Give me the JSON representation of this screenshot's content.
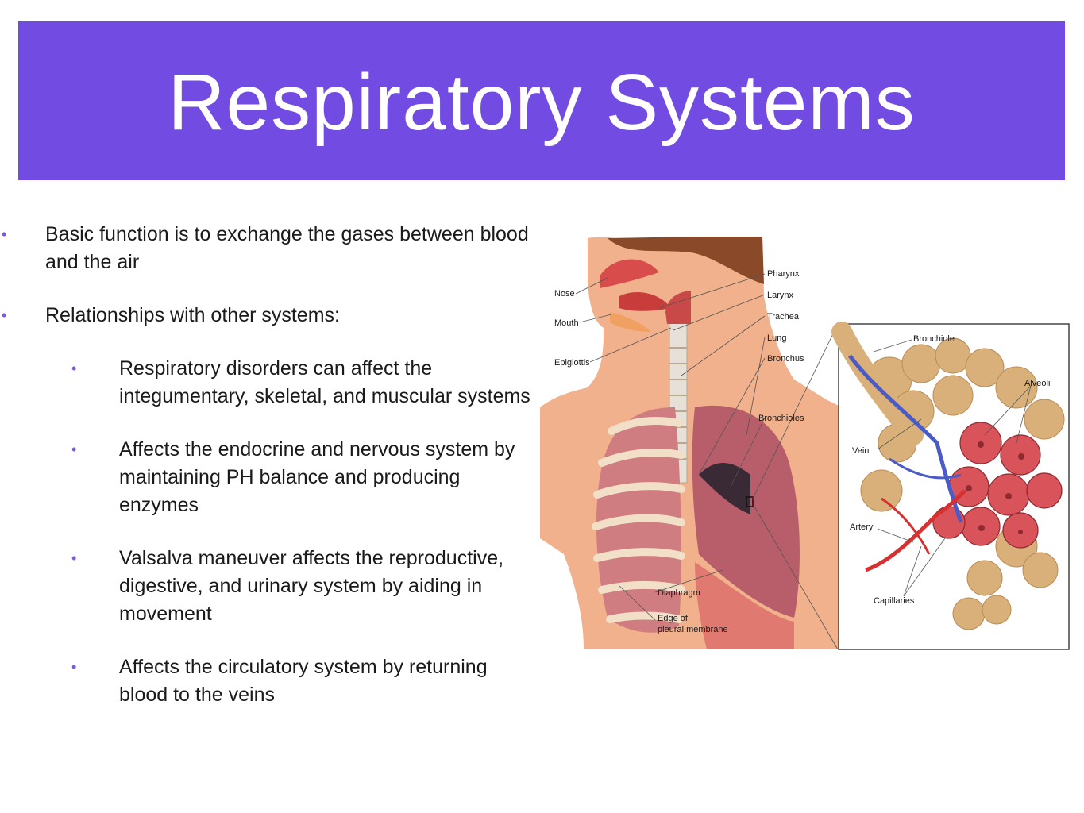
{
  "slide": {
    "title": "Respiratory Systems",
    "accent_color": "#714be2",
    "bullets": [
      {
        "level": 1,
        "text": "Basic function is to exchange the gases between blood and the air"
      },
      {
        "level": 1,
        "text": "Relationships with other systems:"
      },
      {
        "level": 2,
        "text": "Respiratory disorders can affect the integumentary, skeletal, and muscular systems"
      },
      {
        "level": 2,
        "text": "Affects the endocrine and nervous system by maintaining PH balance and producing enzymes"
      },
      {
        "level": 2,
        "text": "Valsalva maneuver affects the reproductive, digestive, and urinary system by aiding in movement"
      },
      {
        "level": 2,
        "text": "Affects the circulatory system by returning blood to the veins"
      }
    ]
  },
  "figure": {
    "labels": {
      "nose": "Nose",
      "mouth": "Mouth",
      "epiglottis": "Epiglottis",
      "pharynx": "Pharynx",
      "larynx": "Larynx",
      "trachea": "Trachea",
      "lung": "Lung",
      "bronchus": "Bronchus",
      "bronchioles": "Bronchioles",
      "diaphragm": "Diaphragm",
      "edge1": "Edge of",
      "edge2": "pleural membrane",
      "bronchiole": "Bronchiole",
      "alveoli": "Alveoli",
      "vein": "Vein",
      "artery": "Artery",
      "capillaries": "Capillaries"
    }
  }
}
